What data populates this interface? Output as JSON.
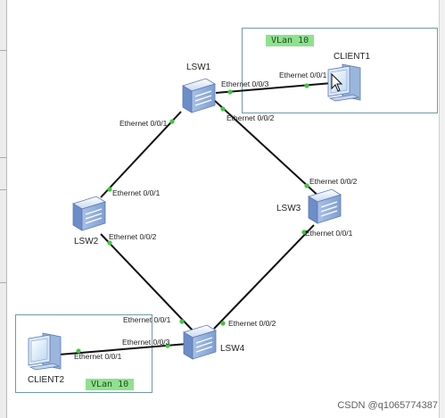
{
  "devices": {
    "lsw1": {
      "name": "LSW1"
    },
    "lsw2": {
      "name": "LSW2"
    },
    "lsw3": {
      "name": "LSW3"
    },
    "lsw4": {
      "name": "LSW4"
    },
    "client1": {
      "name": "CLIENT1"
    },
    "client2": {
      "name": "CLIENT2"
    }
  },
  "vlans": {
    "top": "VLan 10",
    "bottom": "VLan 10"
  },
  "ports": {
    "lsw1_p3": "Ethernet 0/0/3",
    "client1_p1": "Ethernet 0/0/1",
    "lsw1_p1": "Ethernet 0/0/1",
    "lsw1_p2": "Ethernet 0/0/2",
    "lsw2_p1": "Ethernet 0/0/1",
    "lsw2_p2": "Ethernet 0/0/2",
    "lsw3_p2": "Ethernet 0/0/2",
    "lsw3_p1": "Ethernet 0/0/1",
    "lsw4_p1": "Ethernet 0/0/1",
    "lsw4_p3": "Ethernet 0/0/3",
    "lsw4_p2": "Ethernet 0/0/2",
    "client2_p1": "Ethernet 0/0/1"
  },
  "watermark": "CSDN @q1065774387",
  "colors": {
    "link": "#111111",
    "port_dot": "#3fc83f",
    "switch_body": "#7f9fd2",
    "vlan_tag": "#8fe08f",
    "group_border": "#6f9aa2"
  }
}
